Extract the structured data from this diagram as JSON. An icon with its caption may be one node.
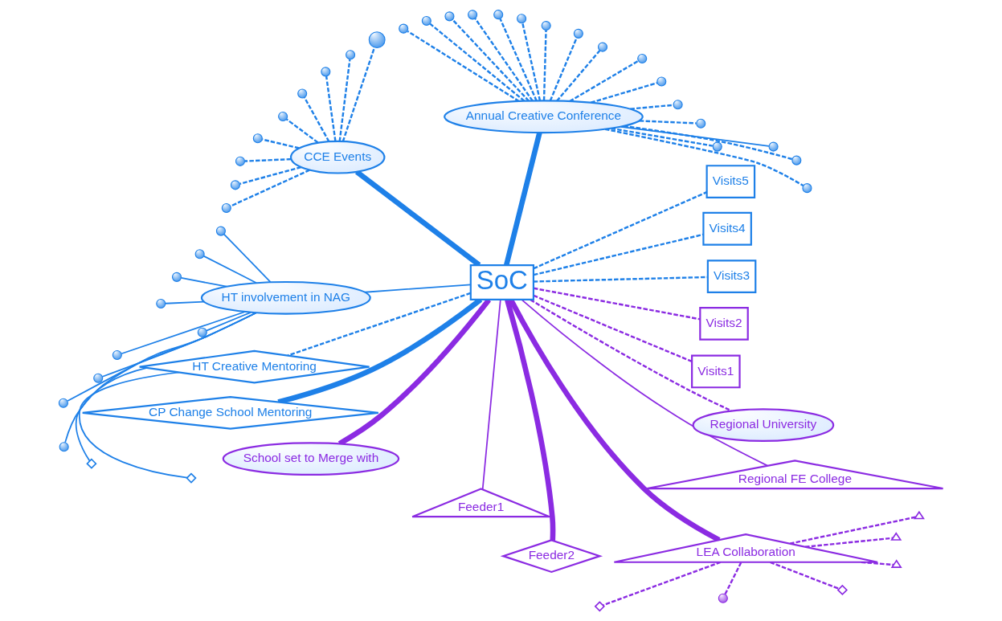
{
  "diagram": {
    "nodes": [
      {
        "text": [
          "SoC"
        ]
      },
      {
        "text": [
          "Annual Creative Conference"
        ]
      },
      {
        "text": [
          "CCE Events"
        ]
      },
      {
        "text": [
          "HT involvement in NAG"
        ]
      },
      {
        "text": [
          "HT Creative Mentoring"
        ]
      },
      {
        "text": [
          "CP Change School Mentoring"
        ]
      },
      {
        "text": [
          "School set to Merge with"
        ]
      },
      {
        "text": [
          "Feeder1"
        ]
      },
      {
        "text": [
          "Feeder2"
        ]
      },
      {
        "text": [
          "LEA Collaboration"
        ]
      },
      {
        "text": [
          "Regional FE College"
        ]
      },
      {
        "text": [
          "Regional University"
        ]
      },
      {
        "text": [
          "Visits1"
        ]
      },
      {
        "text": [
          "Visits2"
        ]
      },
      {
        "text": [
          "Visits3"
        ]
      },
      {
        "text": [
          "Visits4"
        ]
      },
      {
        "text": [
          "Visits5"
        ]
      },
      {
        "text": [],
        "shape": "circle"
      },
      {
        "text": [],
        "shape": "circle"
      },
      {
        "text": [],
        "shape": "circle"
      },
      {
        "text": [],
        "shape": "circle"
      },
      {
        "text": [],
        "shape": "circle"
      },
      {
        "text": [],
        "shape": "circle"
      },
      {
        "text": [],
        "shape": "circle"
      },
      {
        "text": [],
        "shape": "circle"
      },
      {
        "text": [],
        "shape": "circle"
      },
      {
        "text": [],
        "shape": "circle"
      },
      {
        "text": [],
        "shape": "circle"
      },
      {
        "text": [],
        "shape": "circle"
      },
      {
        "text": [],
        "shape": "circle"
      },
      {
        "text": [],
        "shape": "circle"
      },
      {
        "text": [],
        "shape": "circle"
      },
      {
        "text": [],
        "shape": "circle"
      },
      {
        "text": [],
        "shape": "circle"
      },
      {
        "text": [],
        "shape": "circle"
      },
      {
        "text": [],
        "shape": "circle"
      },
      {
        "text": [],
        "shape": "circle"
      },
      {
        "text": [],
        "shape": "circle"
      },
      {
        "text": [],
        "shape": "circle"
      },
      {
        "text": [],
        "shape": "circle"
      },
      {
        "text": [],
        "shape": "circle"
      },
      {
        "text": [],
        "shape": "circle"
      },
      {
        "text": [],
        "shape": "circle"
      },
      {
        "text": [],
        "shape": "circle"
      },
      {
        "text": [],
        "shape": "circle"
      },
      {
        "text": [],
        "shape": "circle"
      },
      {
        "text": [],
        "shape": "circle"
      },
      {
        "text": [],
        "shape": "circle"
      },
      {
        "text": [],
        "shape": "circle"
      },
      {
        "text": [],
        "shape": "circle"
      },
      {
        "text": [],
        "shape": "circle"
      },
      {
        "text": [],
        "shape": "circle"
      },
      {
        "text": [],
        "shape": "diamond"
      },
      {
        "text": [],
        "shape": "diamond"
      },
      {
        "text": [],
        "shape": "diamond"
      },
      {
        "text": [],
        "shape": "circle"
      },
      {
        "text": [],
        "shape": "diamond"
      },
      {
        "text": [],
        "shape": "triangle"
      },
      {
        "text": [],
        "shape": "triangle"
      },
      {
        "text": [],
        "shape": "triangle"
      }
    ],
    "edges": [
      {
        "from": 0,
        "to": 1,
        "arrow": "none",
        "style": "thick"
      },
      {
        "from": 0,
        "to": 2,
        "arrow": "none",
        "style": "thick"
      },
      {
        "from": 0,
        "to": 3,
        "arrow": "none"
      },
      {
        "from": 0,
        "to": 4,
        "arrow": "none",
        "style": "dashed"
      },
      {
        "from": 0,
        "to": 5,
        "arrow": "none",
        "style": "thick"
      },
      {
        "from": 0,
        "to": 6,
        "arrow": "none",
        "style": "thick",
        "color": "#8b2be2"
      },
      {
        "from": 0,
        "to": 7,
        "arrow": "none",
        "color": "#8b2be2"
      },
      {
        "from": 0,
        "to": 8,
        "arrow": "none",
        "style": "thick",
        "color": "#8b2be2"
      },
      {
        "from": 0,
        "to": 9,
        "arrow": "none",
        "style": "thick",
        "color": "#8b2be2"
      },
      {
        "from": 0,
        "to": 10,
        "arrow": "none",
        "color": "#8b2be2"
      },
      {
        "from": 0,
        "to": 11,
        "arrow": "none",
        "style": "dashed",
        "color": "#8b2be2"
      },
      {
        "from": 0,
        "to": 12,
        "arrow": "none",
        "style": "dashed",
        "color": "#8b2be2"
      },
      {
        "from": 0,
        "to": 13,
        "arrow": "none",
        "style": "dashed",
        "color": "#8b2be2"
      },
      {
        "from": 0,
        "to": 14,
        "arrow": "none",
        "style": "dashed"
      },
      {
        "from": 0,
        "to": 15,
        "arrow": "none",
        "style": "dashed"
      },
      {
        "from": 0,
        "to": 16,
        "arrow": "none",
        "style": "dashed"
      },
      {
        "from": 1,
        "to": 17,
        "arrow": "none",
        "style": "dashed"
      },
      {
        "from": 1,
        "to": 18,
        "arrow": "none",
        "style": "dashed"
      },
      {
        "from": 1,
        "to": 19,
        "arrow": "none"
      },
      {
        "from": 1,
        "to": 20,
        "arrow": "none",
        "style": "dashed"
      },
      {
        "from": 1,
        "to": 21,
        "arrow": "none",
        "style": "dashed"
      },
      {
        "from": 1,
        "to": 22,
        "arrow": "none",
        "style": "dashed"
      },
      {
        "from": 1,
        "to": 23,
        "arrow": "none",
        "style": "dashed"
      },
      {
        "from": 1,
        "to": 24,
        "arrow": "none",
        "style": "dashed"
      },
      {
        "from": 1,
        "to": 25,
        "arrow": "none",
        "style": "dashed"
      },
      {
        "from": 1,
        "to": 26,
        "arrow": "none",
        "style": "dashed"
      },
      {
        "from": 1,
        "to": 27,
        "arrow": "none",
        "style": "dashed"
      },
      {
        "from": 1,
        "to": 28,
        "arrow": "none",
        "style": "dashed"
      },
      {
        "from": 1,
        "to": 29,
        "arrow": "none",
        "style": "dashed"
      },
      {
        "from": 1,
        "to": 30,
        "arrow": "none",
        "style": "dashed"
      },
      {
        "from": 1,
        "to": 31,
        "arrow": "none",
        "style": "dashed"
      },
      {
        "from": 1,
        "to": 32,
        "arrow": "none",
        "style": "dashed"
      },
      {
        "from": 1,
        "to": 33,
        "arrow": "none",
        "style": "dashed"
      },
      {
        "from": 2,
        "to": 34,
        "arrow": "none",
        "style": "dashed"
      },
      {
        "from": 2,
        "to": 35,
        "arrow": "none",
        "style": "dashed"
      },
      {
        "from": 2,
        "to": 36,
        "arrow": "none",
        "style": "dashed"
      },
      {
        "from": 2,
        "to": 37,
        "arrow": "none",
        "style": "dashed"
      },
      {
        "from": 2,
        "to": 38,
        "arrow": "none",
        "style": "dashed"
      },
      {
        "from": 2,
        "to": 39,
        "arrow": "none",
        "style": "dashed"
      },
      {
        "from": 2,
        "to": 40,
        "arrow": "none",
        "style": "dashed"
      },
      {
        "from": 2,
        "to": 41,
        "arrow": "none",
        "style": "dashed"
      },
      {
        "from": 2,
        "to": 42,
        "arrow": "none",
        "style": "dashed"
      },
      {
        "from": 3,
        "to": 43,
        "arrow": "none"
      },
      {
        "from": 3,
        "to": 44,
        "arrow": "none"
      },
      {
        "from": 3,
        "to": 45,
        "arrow": "none"
      },
      {
        "from": 3,
        "to": 46,
        "arrow": "none"
      },
      {
        "from": 3,
        "to": 47,
        "arrow": "none"
      },
      {
        "from": 3,
        "to": 48,
        "arrow": "none"
      },
      {
        "from": 3,
        "to": 49,
        "arrow": "none"
      },
      {
        "from": 3,
        "to": 50,
        "arrow": "none"
      },
      {
        "from": 3,
        "to": 51,
        "arrow": "none"
      },
      {
        "from": 4,
        "to": 52,
        "arrow": "none"
      },
      {
        "from": 4,
        "to": 53,
        "arrow": "none"
      },
      {
        "from": 9,
        "to": 54,
        "arrow": "none",
        "style": "dashed",
        "color": "#8b2be2"
      },
      {
        "from": 9,
        "to": 55,
        "arrow": "none",
        "style": "dashed",
        "color": "#8b2be2"
      },
      {
        "from": 9,
        "to": 56,
        "arrow": "none",
        "style": "dashed",
        "color": "#8b2be2"
      },
      {
        "from": 9,
        "to": 57,
        "arrow": "none",
        "style": "dashed",
        "color": "#8b2be2"
      },
      {
        "from": 9,
        "to": 58,
        "arrow": "none",
        "style": "dashed",
        "color": "#8b2be2"
      },
      {
        "from": 9,
        "to": 59,
        "arrow": "none",
        "style": "dashed",
        "color": "#8b2be2"
      }
    ]
  }
}
